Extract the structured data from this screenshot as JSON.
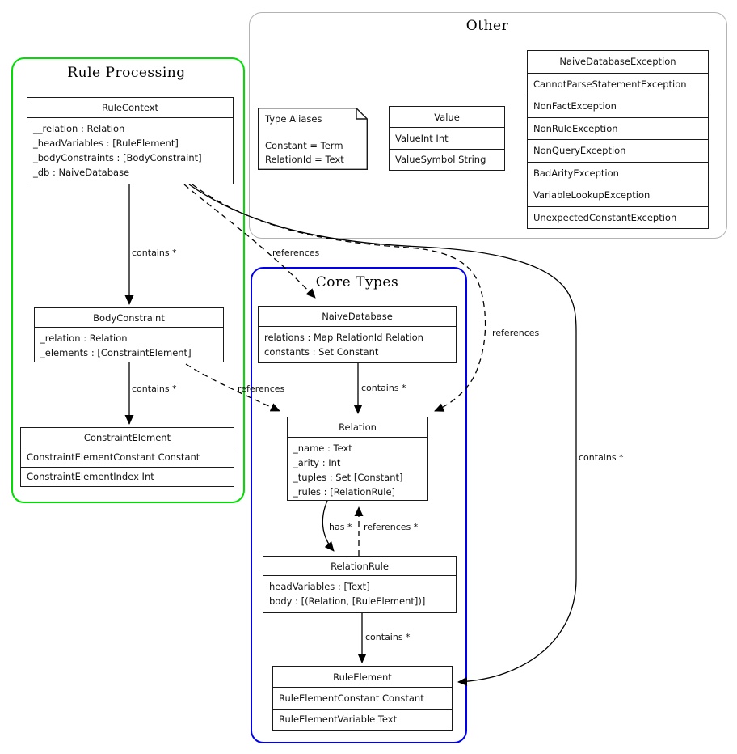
{
  "groups": {
    "rule_processing": {
      "title": "Rule Processing",
      "border_color": "#00dd00"
    },
    "other": {
      "title": "Other",
      "border_color": "#b3b3b3"
    },
    "core_types": {
      "title": "Core Types",
      "border_color": "#0000ee"
    }
  },
  "classes": {
    "rule_context": {
      "name": "RuleContext",
      "fields": [
        "__relation : Relation",
        "_headVariables : [RuleElement]",
        "_bodyConstraints : [BodyConstraint]",
        "_db : NaiveDatabase"
      ]
    },
    "body_constraint": {
      "name": "BodyConstraint",
      "fields": [
        "_relation : Relation",
        "_elements : [ConstraintElement]"
      ]
    },
    "constraint_element": {
      "name": "ConstraintElement",
      "rows": [
        "ConstraintElementConstant Constant",
        "ConstraintElementIndex Int"
      ]
    },
    "naive_database": {
      "name": "NaiveDatabase",
      "fields": [
        "relations : Map RelationId Relation",
        "constants : Set Constant"
      ]
    },
    "relation": {
      "name": "Relation",
      "fields": [
        "_name : Text",
        "_arity : Int",
        "_tuples : Set [Constant]",
        "_rules : [RelationRule]"
      ]
    },
    "relation_rule": {
      "name": "RelationRule",
      "fields": [
        "headVariables : [Text]",
        "body : [(Relation, [RuleElement])]"
      ]
    },
    "rule_element": {
      "name": "RuleElement",
      "rows": [
        "RuleElementConstant Constant",
        "RuleElementVariable Text"
      ]
    },
    "value": {
      "name": "Value",
      "rows": [
        "ValueInt Int",
        "ValueSymbol String"
      ]
    },
    "exceptions": {
      "name": "NaiveDatabaseException",
      "rows": [
        "CannotParseStatementException",
        "NonFactException",
        "NonRuleException",
        "NonQueryException",
        "BadArityException",
        "VariableLookupException",
        "UnexpectedConstantException"
      ]
    }
  },
  "note": {
    "title": "Type Aliases",
    "lines": [
      "Constant = Term",
      "RelationId = Text"
    ]
  },
  "edges": {
    "rc_bc": {
      "label": "contains *"
    },
    "rc_ndb": {
      "label": "references"
    },
    "rc_rel": {
      "label": "references"
    },
    "rc_re": {
      "label": "contains *"
    },
    "bc_ce": {
      "label": "contains *"
    },
    "bc_rel": {
      "label": "references"
    },
    "ndb_rel": {
      "label": "contains *"
    },
    "rel_rr": {
      "label": "has *"
    },
    "rr_rel": {
      "label": "references *"
    },
    "rr_re": {
      "label": "contains *"
    }
  }
}
